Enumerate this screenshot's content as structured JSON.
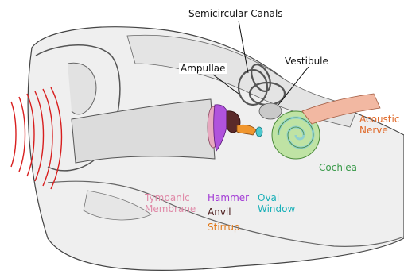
{
  "labels": {
    "semicircular_canals": "Semicircular Canals",
    "ampullae": "Ampullae",
    "vestibule": "Vestibule",
    "acoustic_nerve": [
      "Acoustic",
      "Nerve"
    ],
    "cochlea": "Cochlea",
    "tympanic_membrane": [
      "Tympanic",
      "Membrane"
    ],
    "hammer": "Hammer",
    "anvil": "Anvil",
    "stirrup": "Stirrup",
    "oval_window": [
      "Oval",
      "Window"
    ]
  },
  "colors": {
    "sound_waves": "#d81e1e",
    "acoustic_nerve": "#e06a2a",
    "cochlea": "#3a9a4a",
    "tympanic_membrane": "#e08aa8",
    "hammer": "#a33cd6",
    "anvil": "#4a1a1a",
    "stirrup": "#e07818",
    "oval_window": "#1ab0b8",
    "label_black": "#111111"
  },
  "icons": [
    "sound-waves-icon",
    "ear-anatomy-illustration"
  ]
}
